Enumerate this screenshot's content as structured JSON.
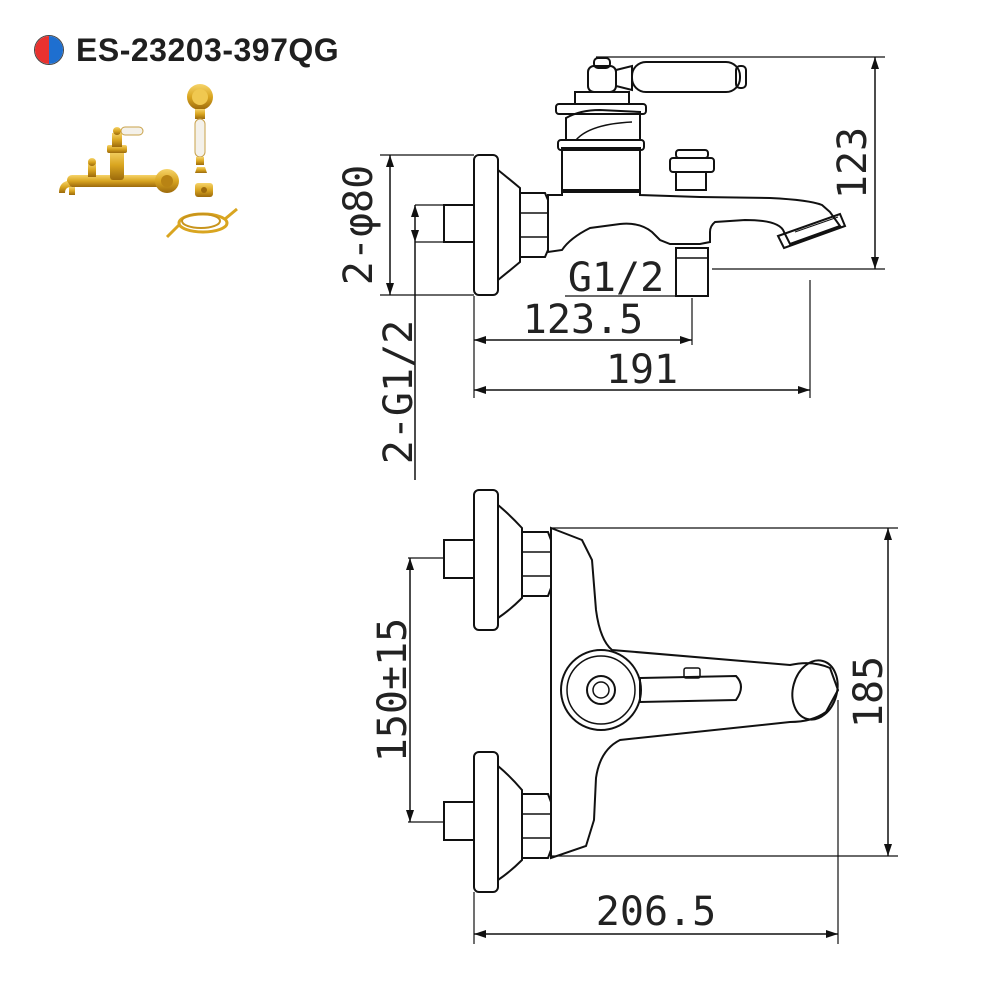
{
  "header": {
    "model_code": "ES-23203-397QG",
    "indicator_colors": {
      "hot": "#e8322f",
      "cold": "#1e6fd0"
    }
  },
  "product_photo": {
    "colors": {
      "gold": "#d9a520",
      "gold_dark": "#a8740e",
      "ceramic": "#f4f1ea"
    }
  },
  "side_view": {
    "dimensions": {
      "flange_diameter": "2-φ80",
      "inlet_thread": "2-G1/2",
      "outlet_thread": "G1/2",
      "inlet_to_outlet": "123.5",
      "overall_depth": "191",
      "overall_height": "123"
    }
  },
  "top_view": {
    "dimensions": {
      "inlet_spacing": "150±15",
      "overall_width": "185",
      "overall_depth": "206.5"
    }
  }
}
